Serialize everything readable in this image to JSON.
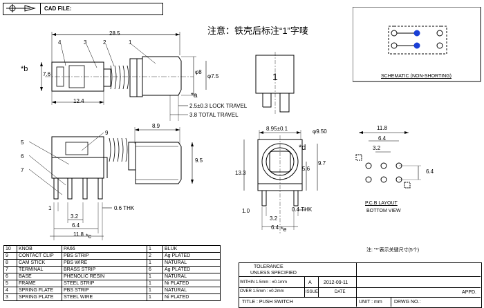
{
  "header": {
    "cad_label": "CAD FILE:"
  },
  "note_cn": "注意：铁壳后标注“1”字唛",
  "schematic": {
    "label": "SCHEMATIC (NON-SHORTING)"
  },
  "side_view": {
    "dim_total": "28.5",
    "dim_12_4": "12.4",
    "dim_7_6": "7.6",
    "star_b": "*b",
    "dim_phi8": "φ8",
    "dim_phi7_5": "φ7.5",
    "star_a": "*a",
    "lock_travel": "2.5±0.3  LOCK  TRAVEL",
    "total_travel": "3.8  TOTAL  TRAVEL",
    "callouts": [
      "4",
      "3",
      "2",
      "1"
    ]
  },
  "front_view": {
    "label_1": "1"
  },
  "lower_left": {
    "callouts": [
      "5",
      "6",
      "7",
      "9"
    ],
    "dim_8_9": "8.9",
    "dim_9_5": "9.5",
    "dim_1": "1",
    "dim_0_6": "0.6  THK",
    "dim_3_2": "3.2",
    "dim_6_4": "6.4",
    "dim_11_8": "11.8",
    "star_c": "*c"
  },
  "end_view": {
    "dim_8_95": "8.95±0.1",
    "dim_phi9_5": "φ9.50",
    "star_d": "*d",
    "dim_13_3": "13.3",
    "dim_5_6": "5.6",
    "dim_9_7": "9.7",
    "dim_1_0": "1.0",
    "dim_0_4": "0.4  THK",
    "dim_3_2": "3.2",
    "dim_6_4": "6.4",
    "star_e": "*e"
  },
  "pcb": {
    "dim_11_8": "11.8",
    "dim_6_4": "6.4",
    "dim_3_2": "3.2",
    "dim_6_4_v": "6.4",
    "label": "P.C.B  LAYOUT",
    "sub": "BOTTOM  VIEW"
  },
  "note2": "注: \"*\"表示关键尺寸(5个)",
  "bom": [
    {
      "no": "10",
      "name": "KNOB",
      "material": "PA66",
      "qty": "1",
      "finish": "BLUK"
    },
    {
      "no": "9",
      "name": "CONTACT CLIP",
      "material": "PBS STRIP",
      "qty": "2",
      "finish": "Ag PLATED"
    },
    {
      "no": "8",
      "name": "CAM STICK",
      "material": "PBS WIRE",
      "qty": "1",
      "finish": "NATURAL"
    },
    {
      "no": "7",
      "name": "TERMINAL",
      "material": "BRASS STRIP",
      "qty": "6",
      "finish": "Ag PLATED"
    },
    {
      "no": "6",
      "name": "BASE",
      "material": "PHENOLIC RESIN",
      "qty": "1",
      "finish": "NATURAL"
    },
    {
      "no": "5",
      "name": "FRAME",
      "material": "STEEL STRIP",
      "qty": "1",
      "finish": "Ni PLATED"
    },
    {
      "no": "4",
      "name": "SPRING FLATE",
      "material": "PBS STRIP",
      "qty": "1",
      "finish": "NATURAL"
    },
    {
      "no": "3",
      "name": "SPRING PLATE",
      "material": "STEEL WIRE",
      "qty": "1",
      "finish": "Ni PLATED"
    }
  ],
  "title_block": {
    "tolerance": "TOLERANCE",
    "unless": "UNLESS  SPECIFIED",
    "within": "WITHIN 1.5mm : ±0.1mm",
    "over": "OVER 1.5mm : ±0.2mm",
    "rev": "A",
    "date_val": "2012-09-11",
    "issue": "ISSUE",
    "date": "DATE",
    "title": "TITLE :  PUSH SWITCH",
    "unit": "UNIT :  mm",
    "drwg": "DRWG NO.:",
    "appd": "APPD."
  }
}
